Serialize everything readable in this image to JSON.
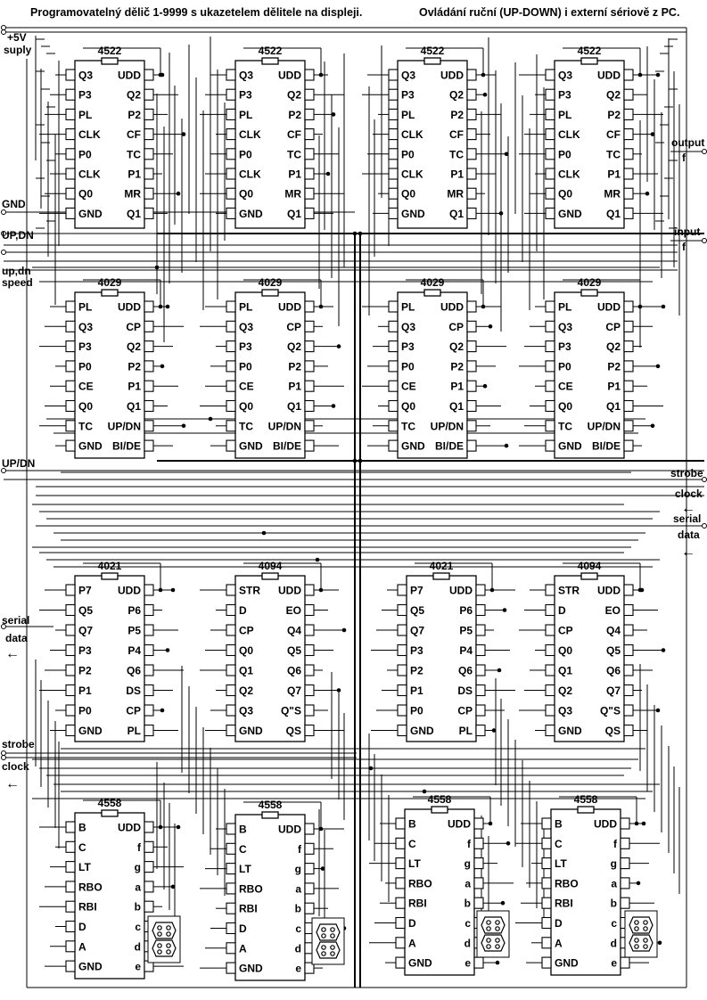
{
  "title": {
    "left": "Programovatelný dělič 1-9999 s ukazetelem dělitele na displeji.",
    "right": "Ovládání ruční (UP-DOWN) i externí sériově z PC."
  },
  "left_labels": {
    "supply_1": "+5V",
    "supply_2": "suply",
    "gnd": "GND",
    "updn": "UP,DN",
    "speed_1": "up,dn",
    "speed_2": "speed",
    "updn2": "UP/DN",
    "serial": "serial",
    "data": "data",
    "arrow_serial": "←",
    "strobe": "strobe",
    "clock": "clock",
    "arrow_clock": "←"
  },
  "right_labels": {
    "output": "output",
    "output_f": "f",
    "input": "input",
    "input_f": "f",
    "strobe": "strobe",
    "clock": "clock",
    "arrow_clock": "←",
    "serial": "serial",
    "data": "data",
    "arrow_data": "←"
  },
  "chips": {
    "c4522": {
      "name": "4522",
      "left": [
        "Q3",
        "P3",
        "PL",
        "CLK",
        "P0",
        "CLK",
        "Q0",
        "GND"
      ],
      "right": [
        "UDD",
        "Q2",
        "P2",
        "CF",
        "TC",
        "P1",
        "MR",
        "Q1"
      ]
    },
    "c4029": {
      "name": "4029",
      "left": [
        "PL",
        "Q3",
        "P3",
        "P0",
        "CE",
        "Q0",
        "TC",
        "GND"
      ],
      "right": [
        "UDD",
        "CP",
        "Q2",
        "P2",
        "P1",
        "Q1",
        "UP/DN",
        "BI/DE"
      ]
    },
    "c4021": {
      "name": "4021",
      "left": [
        "P7",
        "Q5",
        "Q7",
        "P3",
        "P2",
        "P1",
        "P0",
        "GND"
      ],
      "right": [
        "UDD",
        "P6",
        "P5",
        "P4",
        "Q6",
        "DS",
        "CP",
        "PL"
      ]
    },
    "c4094": {
      "name": "4094",
      "left": [
        "STR",
        "D",
        "CP",
        "Q0",
        "Q1",
        "Q2",
        "Q3",
        "GND"
      ],
      "right": [
        "UDD",
        "EO",
        "Q4",
        "Q5",
        "Q6",
        "Q7",
        "Q\"S",
        "QS"
      ]
    },
    "c4558": {
      "name": "4558",
      "left": [
        "B",
        "C",
        "LT",
        "RBO",
        "RBI",
        "D",
        "A",
        "GND"
      ],
      "right": [
        "UDD",
        "f",
        "g",
        "a",
        "b",
        "c",
        "d",
        "e"
      ]
    }
  }
}
